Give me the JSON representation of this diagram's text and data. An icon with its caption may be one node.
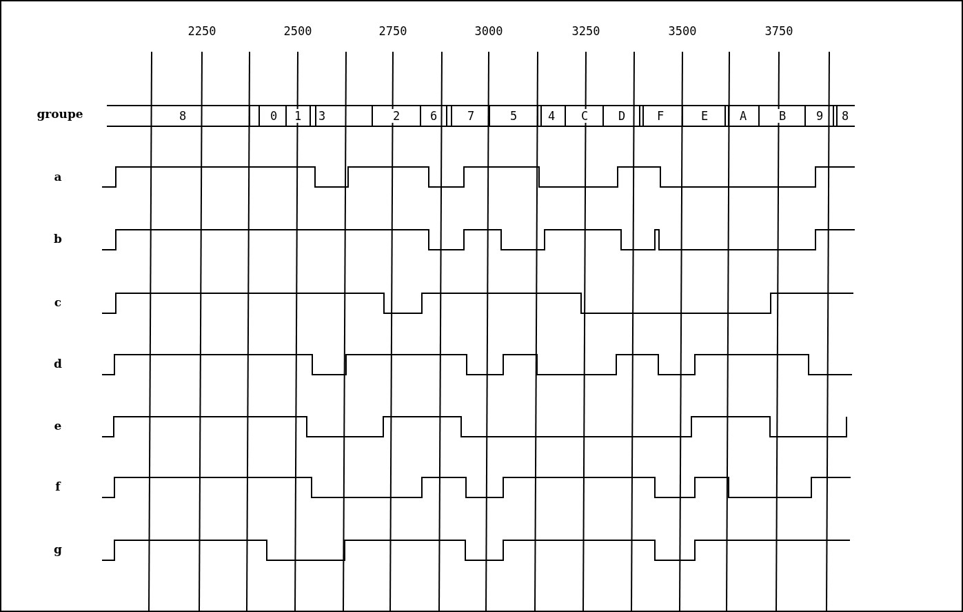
{
  "diagram": {
    "labels": [
      "2250",
      "2500",
      "2750",
      "3000",
      "3250",
      "3500",
      "3750",
      "groupe",
      "8",
      "0",
      "1",
      "3",
      "2",
      "6",
      "7",
      "5",
      "4",
      "C",
      "D",
      "F",
      "E",
      "A",
      "B",
      "9",
      "8",
      "a",
      "b",
      "c",
      "d",
      "e",
      "f",
      "g"
    ]
  }
}
